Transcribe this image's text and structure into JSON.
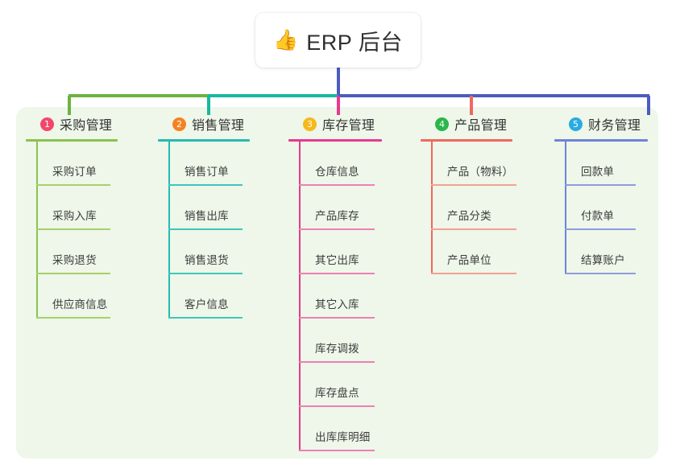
{
  "root": {
    "icon": "thumbs-up-icon",
    "icon_glyph": "👍",
    "title": "ERP 后台"
  },
  "palette": {
    "canvas": "#ffffff",
    "panel_bg": "#eef7e9",
    "stem": "#4d5bc0",
    "bar_green": "#6cb33f",
    "bar_teal": "#17b9a0",
    "bar_blue": "#4d5bc0"
  },
  "columns": [
    {
      "number": "1",
      "title": "采购管理",
      "badge_color": "#f2476b",
      "line_color": "#8cc152",
      "rule_color": "#a8d06a",
      "head_rule_width": 114,
      "item_rule_width": 92,
      "items": [
        "采购订单",
        "采购入库",
        "采购退货",
        "供应商信息"
      ]
    },
    {
      "number": "2",
      "title": "销售管理",
      "badge_color": "#f58220",
      "line_color": "#23bbb0",
      "rule_color": "#3fc6bc",
      "head_rule_width": 114,
      "item_rule_width": 92,
      "items": [
        "销售订单",
        "销售出库",
        "销售退货",
        "客户信息"
      ]
    },
    {
      "number": "3",
      "title": "库存管理",
      "badge_color": "#f6b91b",
      "line_color": "#e8388f",
      "rule_color": "#ee7fb5",
      "head_rule_width": 116,
      "item_rule_width": 94,
      "items": [
        "仓库信息",
        "产品库存",
        "其它出库",
        "其它入库",
        "库存调拨",
        "库存盘点",
        "出库库明细"
      ]
    },
    {
      "number": "4",
      "title": "产品管理",
      "badge_color": "#2bb64a",
      "line_color": "#f0685e",
      "rule_color": "#f5a096",
      "head_rule_width": 114,
      "item_rule_width": 106,
      "items": [
        "产品（物料）",
        "产品分类",
        "产品单位"
      ]
    },
    {
      "number": "5",
      "title": "财务管理",
      "badge_color": "#2aabe2",
      "line_color": "#6f82d8",
      "rule_color": "#8d9ce0",
      "head_rule_width": 116,
      "item_rule_width": 88,
      "items": [
        "回款单",
        "付款单",
        "结算账户"
      ]
    }
  ]
}
